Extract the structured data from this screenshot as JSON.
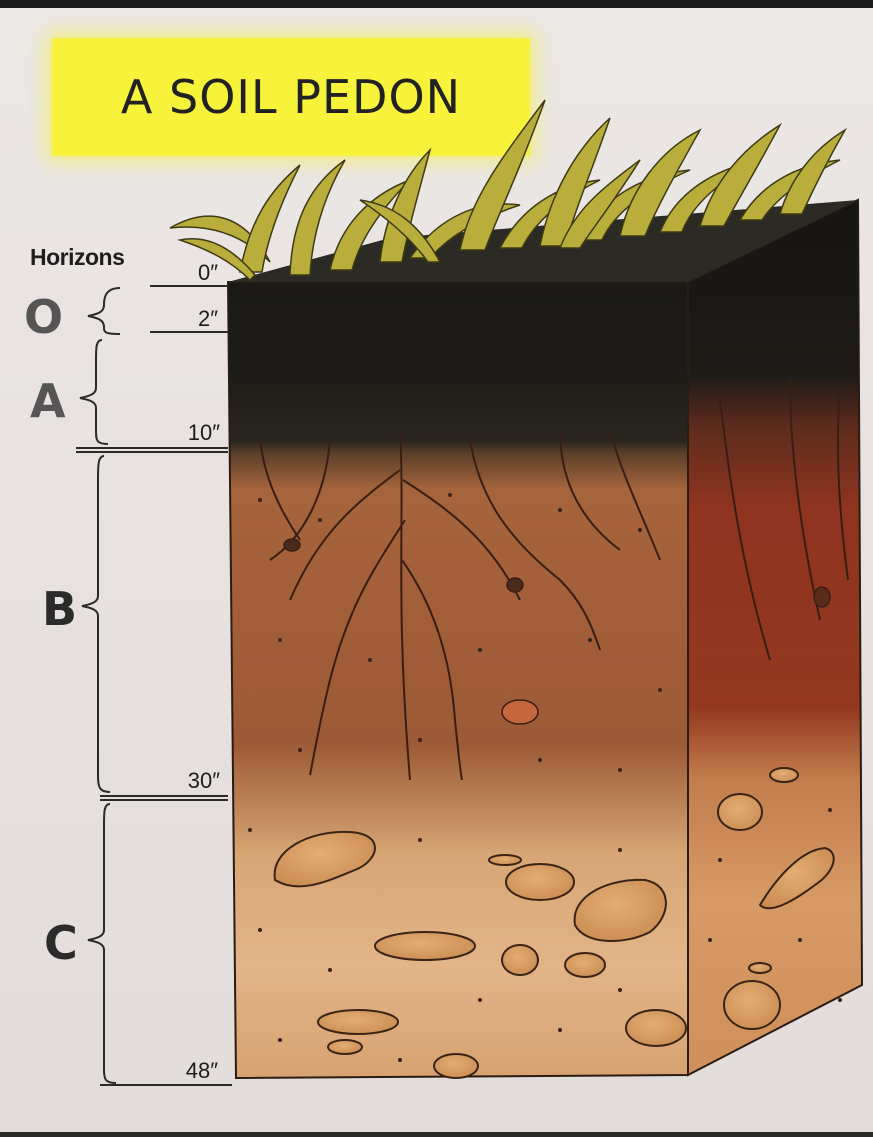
{
  "title": "A SOIL PEDON",
  "horizons_label": "Horizons",
  "horizons": [
    {
      "letter": "O",
      "top_depth": "0″",
      "bottom_depth": "2″"
    },
    {
      "letter": "A",
      "top_depth": "2″",
      "bottom_depth": "10″"
    },
    {
      "letter": "B",
      "top_depth": "10″",
      "bottom_depth": "30″"
    },
    {
      "letter": "C",
      "top_depth": "30″",
      "bottom_depth": "48″"
    }
  ],
  "depth_labels": [
    "0″",
    "2″",
    "10″",
    "30″",
    "48″"
  ],
  "colors": {
    "title_highlight": "#f7f23a",
    "horizon_O": "#1c1a16",
    "horizon_A": "#2a2620",
    "horizon_B": "#a4603a",
    "horizon_C": "#d9a574",
    "grass": "#b8ad3a",
    "letters_O_A": "#555555",
    "letters_B_C": "#2b2b2b"
  }
}
